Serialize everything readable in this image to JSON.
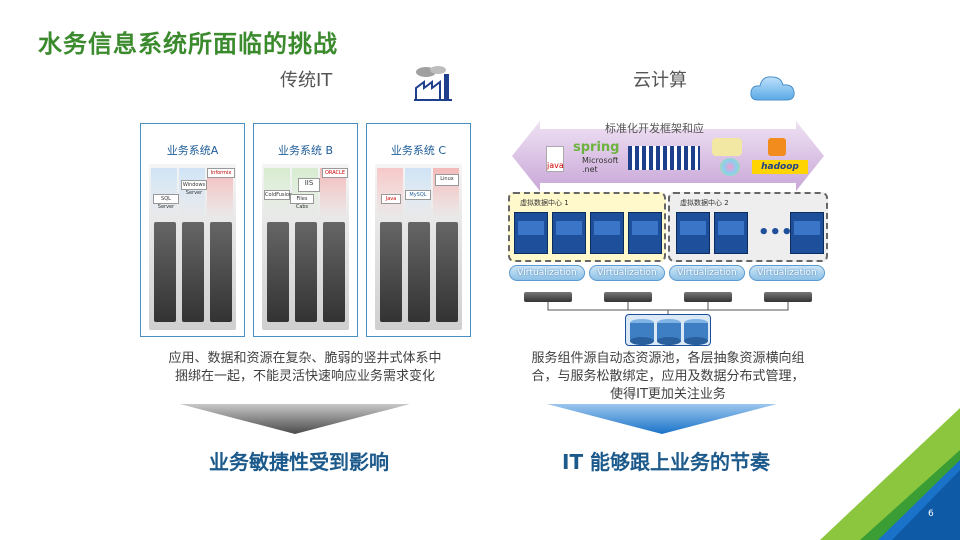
{
  "slide": {
    "title": "水务信息系统所面临的挑战",
    "page_number": "6"
  },
  "left": {
    "heading": "传统IT",
    "panels": [
      {
        "label": "业务系统A",
        "apps": [
          "SQL Server",
          "Windows Server",
          "Informix"
        ]
      },
      {
        "label": "业务系统 B",
        "apps": [
          "ColdFusion",
          "Files Cabs",
          "IIS",
          "ORACLE"
        ]
      },
      {
        "label": "业务系统 C",
        "apps": [
          "Java",
          "MySQL",
          "Linux"
        ]
      }
    ],
    "description_line1": "应用、数据和资源在复杂、脆弱的竖井式体系中",
    "description_line2": "捆绑在一起，不能灵活快速响应业务需求变化",
    "impact": "业务敏捷性受到影响"
  },
  "right": {
    "heading": "云计算",
    "framework_label": "标准化开发框架和应",
    "frameworks": [
      "java",
      "spring",
      "Microsoft .net",
      "hadoop"
    ],
    "vdc1_label": "虚拟数据中心 1",
    "vdc2_label": "虚拟数据中心 2",
    "virtualization_label": "Virtualization",
    "description_line1": "服务组件源自动态资源池，各层抽象资源横向组",
    "description_line2": "合，与服务松散绑定，应用及数据分布式管理，",
    "description_line3": "使得IT更加关注业务",
    "impact": "IT 能够跟上业务的节奏"
  },
  "colors": {
    "title": "#3c8a2e",
    "impact": "#1d5a8c",
    "panel_border": "#4a8fc2",
    "accent_green": "#6fbe3c",
    "accent_blue": "#1a73c8"
  },
  "icons": [
    "factory-icon",
    "cloud-icon",
    "server-rack-icon",
    "storage-array-icon"
  ]
}
